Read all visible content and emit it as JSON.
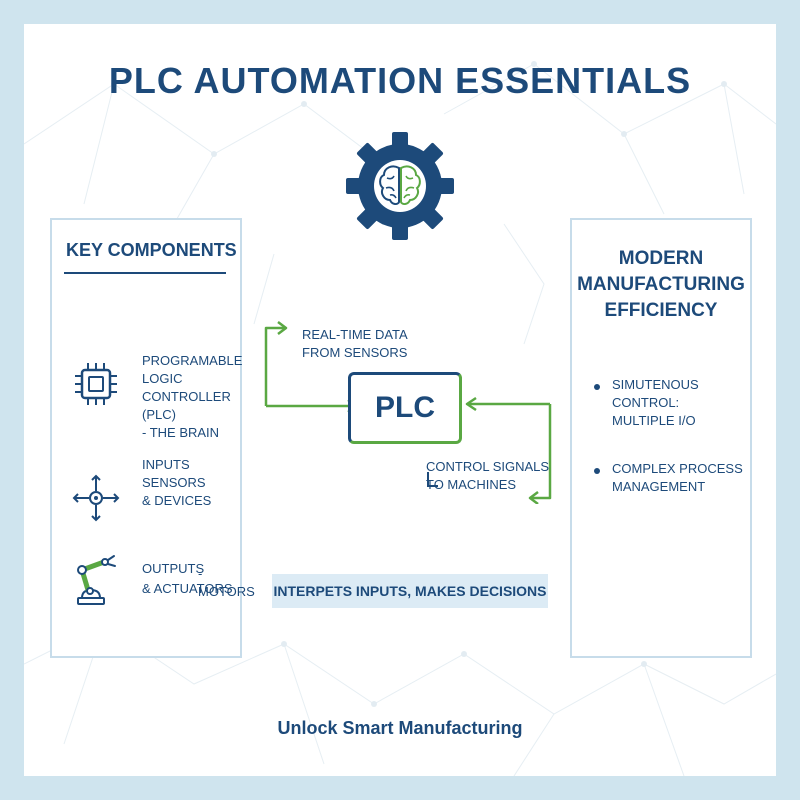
{
  "title": "PLC AUTOMATION ESSENTIALS",
  "colors": {
    "navy": "#1d4a7a",
    "green": "#5aa843",
    "light_blue": "#c7dcea",
    "banner_bg": "#dcebf5"
  },
  "center_icon": "gear-brain-icon",
  "left_panel": {
    "title": "KEY COMPONENTS",
    "items": [
      {
        "icon": "microchip-icon",
        "label": "PROGRAMABLE\nLOGIC CONTROLLER\n(PLC)\n- THE BRAIN"
      },
      {
        "icon": "directional-arrows-icon",
        "label": "INPUTS\nSENSORS\n& DEVICES"
      },
      {
        "icon": "robotic-arm-icon",
        "label": "OUTPUTS",
        "label_suffix": "- MOTORS",
        "label_line2": "& ACTUATORS"
      }
    ]
  },
  "flow": {
    "top_label": "REAL-TIME DATA\nFROM SENSORS",
    "center_label": "PLC",
    "bottom_label": "CONTROL SIGNALS\nTO MACHINES"
  },
  "banner": "INTERPETS INPUTS, MAKES DECISIONS",
  "right_panel": {
    "title": "MODERN\nMANUFACTURING\nEFFICIENCY",
    "bullets": [
      "SIMUTENOUS CONTROL:\nMULTIPLE I/O",
      "COMPLEX PROCESS\nMANAGEMENT"
    ]
  },
  "footer": "Unlock Smart Manufacturing"
}
